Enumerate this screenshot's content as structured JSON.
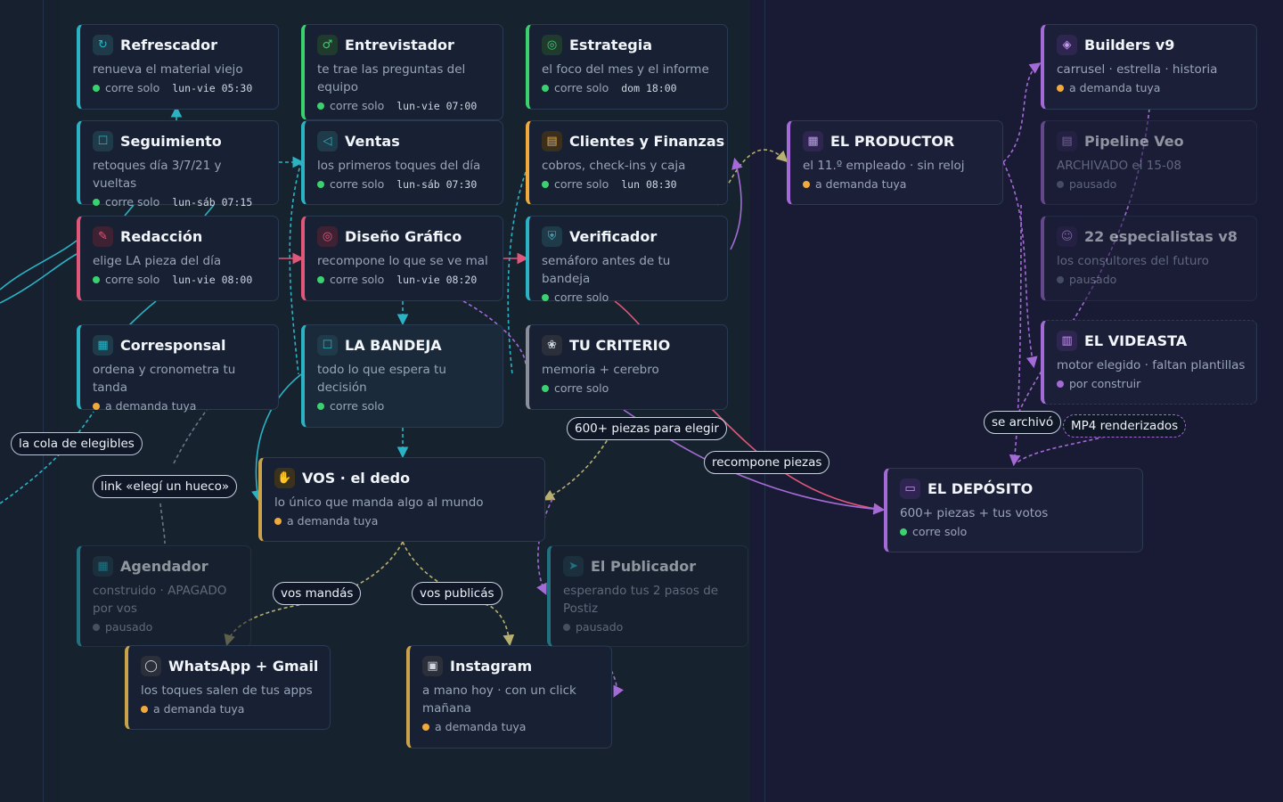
{
  "colors": {
    "teal": "#2bb3c4",
    "green": "#3bd16f",
    "orange": "#f2a93b",
    "pink": "#e0577a",
    "purple": "#a46bd6",
    "gray": "#6b7689",
    "gold": "#c9a24a"
  },
  "nodes": {
    "refrescador": {
      "icon": "refresh-icon",
      "title": "Refrescador",
      "desc": "renueva el material viejo",
      "status": "corre solo",
      "schedule": "lun-vie 05:30"
    },
    "entrevistador": {
      "icon": "microphone-icon",
      "title": "Entrevistador",
      "desc": "te trae las preguntas del equipo",
      "status": "corre solo",
      "schedule": "lun-vie 07:00"
    },
    "estrategia": {
      "icon": "target-icon",
      "title": "Estrategia",
      "desc": "el foco del mes y el informe",
      "status": "corre solo",
      "schedule": "dom 18:00"
    },
    "seguimiento": {
      "icon": "inbox-icon",
      "title": "Seguimiento",
      "desc": "retoques día 3/7/21 y vueltas",
      "status": "corre solo",
      "schedule": "lun-sáb 07:15"
    },
    "ventas": {
      "icon": "megaphone-icon",
      "title": "Ventas",
      "desc": "los primeros toques del día",
      "status": "corre solo",
      "schedule": "lun-sáb 07:30"
    },
    "clientes": {
      "icon": "briefcase-icon",
      "title": "Clientes y Finanzas",
      "desc": "cobros, check-ins y caja",
      "status": "corre solo",
      "schedule": "lun 08:30"
    },
    "redaccion": {
      "icon": "pencil-icon",
      "title": "Redacción",
      "desc": "elige LA pieza del día",
      "status": "corre solo",
      "schedule": "lun-vie 08:00"
    },
    "diseno": {
      "icon": "palette-icon",
      "title": "Diseño Gráfico",
      "desc": "recompone lo que se ve mal",
      "status": "corre solo",
      "schedule": "lun-vie 08:20"
    },
    "verificador": {
      "icon": "shield-icon",
      "title": "Verificador",
      "desc": "semáforo antes de tu bandeja",
      "status": "corre solo",
      "schedule": ""
    },
    "corresponsal": {
      "icon": "calendar-icon",
      "title": "Corresponsal",
      "desc": "ordena y cronometra tu tanda",
      "status": "a demanda tuya",
      "schedule": ""
    },
    "bandeja": {
      "icon": "inbox-icon",
      "title": "LA BANDEJA",
      "desc": "todo lo que espera tu decisión",
      "status": "corre solo",
      "schedule": ""
    },
    "criterio": {
      "icon": "brain-icon",
      "title": "TU CRITERIO",
      "desc": "memoria + cerebro",
      "status": "corre solo",
      "schedule": ""
    },
    "vos": {
      "icon": "hand-icon",
      "title": "VOS · el dedo",
      "desc": "lo único que manda algo al mundo",
      "status": "a demanda tuya",
      "schedule": ""
    },
    "agendador": {
      "icon": "calendar-icon",
      "title": "Agendador",
      "desc": "construido · APAGADO por vos",
      "status": "pausado",
      "schedule": ""
    },
    "publicador": {
      "icon": "send-icon",
      "title": "El Publicador",
      "desc": "esperando tus 2 pasos de Postiz",
      "status": "pausado",
      "schedule": ""
    },
    "whatsapp": {
      "icon": "chat-bubble-icon",
      "title": "WhatsApp + Gmail",
      "desc": "los toques salen de tus apps",
      "status": "a demanda tuya",
      "schedule": ""
    },
    "instagram": {
      "icon": "camera-icon",
      "title": "Instagram",
      "desc": "a mano hoy · con un click mañana",
      "status": "a demanda tuya",
      "schedule": ""
    },
    "productor": {
      "icon": "calendar-icon",
      "title": "EL PRODUCTOR",
      "desc": "el 11.º empleado · sin reloj",
      "status": "a demanda tuya",
      "schedule": ""
    },
    "builders": {
      "icon": "layers-icon",
      "title": "Builders v9",
      "desc": "carrusel · estrella · historia",
      "status": "a demanda tuya",
      "schedule": ""
    },
    "pipeline": {
      "icon": "archive-icon",
      "title": "Pipeline Veo",
      "desc": "ARCHIVADO el 15-08",
      "status": "pausado",
      "schedule": ""
    },
    "especialistas": {
      "icon": "users-icon",
      "title": "22 especialistas v8",
      "desc": "los consultores del futuro",
      "status": "pausado",
      "schedule": ""
    },
    "videasta": {
      "icon": "film-icon",
      "title": "EL VIDEASTA",
      "desc": "motor elegido · faltan plantillas",
      "status": "por construir",
      "schedule": ""
    },
    "deposito": {
      "icon": "folder-icon",
      "title": "EL DEPÓSITO",
      "desc": "600+ piezas + tus votos",
      "status": "corre solo",
      "schedule": ""
    }
  },
  "edge_labels": {
    "cola": "la cola de elegibles",
    "link": "link «elegí un hueco»",
    "piezas": "600+ piezas para elegir",
    "recompone": "recompone piezas",
    "archivo": "se archivó",
    "mp4": "MP4 renderizados",
    "mandas": "vos mandás",
    "publicas": "vos publicás"
  }
}
